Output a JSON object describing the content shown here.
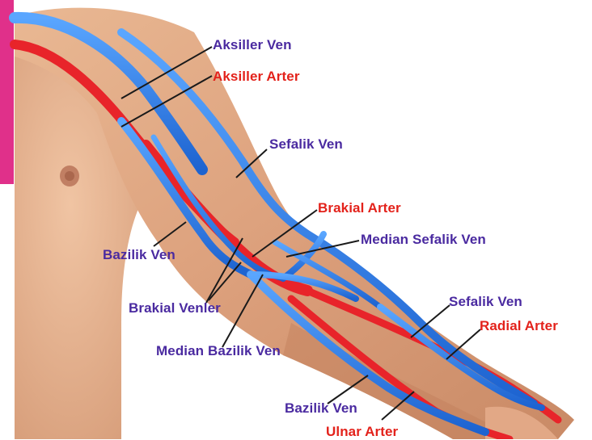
{
  "colors": {
    "vein_label": "#4a2aa0",
    "artery_label": "#e3221b",
    "vein_vessel": "#2a7fe8",
    "artery_vessel": "#e8242a",
    "skin": "#d9a27e",
    "accent_bar": "#e0308a"
  },
  "labels": {
    "aksiller_ven": "Aksiller Ven",
    "aksiller_arter": "Aksiller Arter",
    "sefalik_ven_upper": "Sefalik Ven",
    "brakial_arter": "Brakial Arter",
    "median_sefalik_ven": "Median Sefalik Ven",
    "bazilik_ven_upper": "Bazilik Ven",
    "brakial_venler": "Brakial Venler",
    "median_bazilik_ven": "Median Bazilik Ven",
    "sefalik_ven_lower": "Sefalik Ven",
    "radial_arter": "Radial Arter",
    "bazilik_ven_lower": "Bazilik Ven",
    "ulnar_arter": "Ulnar Arter"
  }
}
